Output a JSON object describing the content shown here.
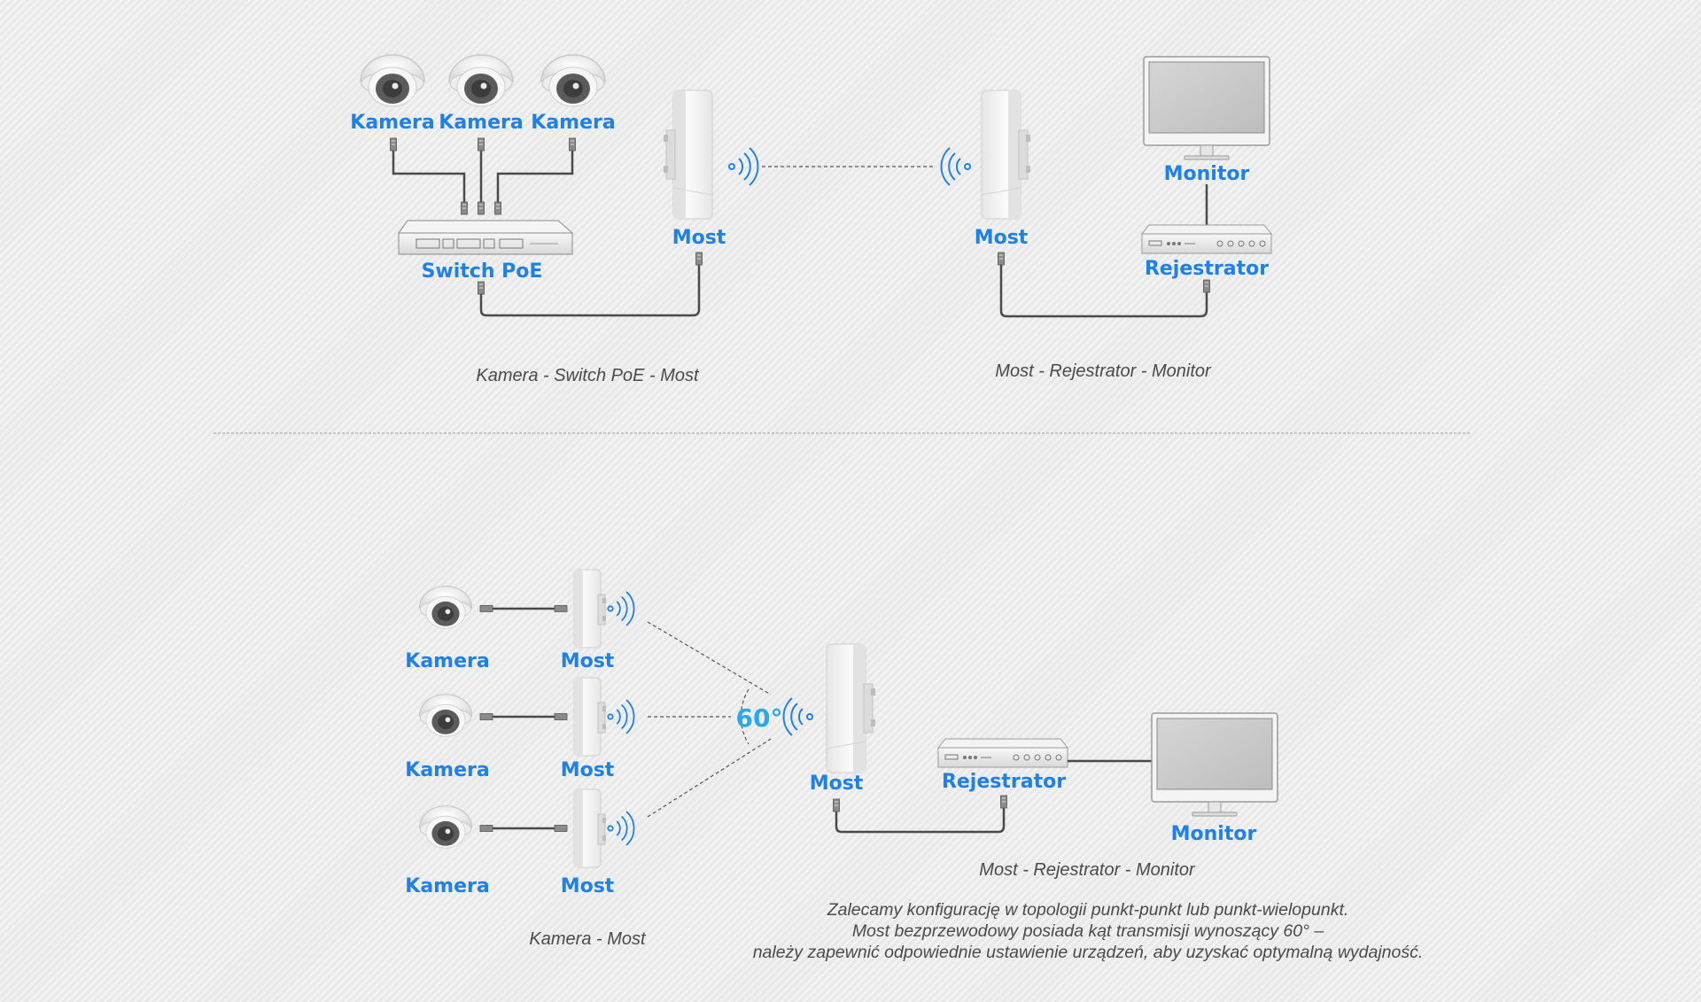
{
  "colors": {
    "label": "#1f80e8",
    "angle": "#2aa8e8",
    "cable": "#4a4a4a",
    "caption": "#4a4a4a"
  },
  "top": {
    "cameras": [
      "Kamera",
      "Kamera",
      "Kamera"
    ],
    "switch": "Switch PoE",
    "bridge_left": "Most",
    "bridge_right": "Most",
    "monitor": "Monitor",
    "recorder": "Rejestrator",
    "caption_left": "Kamera - Switch PoE - Most",
    "caption_right": "Most - Rejestrator - Monitor"
  },
  "bottom": {
    "rows": [
      {
        "camera": "Kamera",
        "bridge": "Most"
      },
      {
        "camera": "Kamera",
        "bridge": "Most"
      },
      {
        "camera": "Kamera",
        "bridge": "Most"
      }
    ],
    "angle": "60°",
    "central_bridge": "Most",
    "recorder": "Rejestrator",
    "monitor": "Monitor",
    "caption_left": "Kamera - Most",
    "caption_right": "Most - Rejestrator - Monitor",
    "note_lines": [
      "Zalecamy konfigurację w topologii punkt-punkt lub punkt-wielopunkt.",
      "Most bezprzewodowy posiada kąt transmisji wynoszący 60° –",
      "należy zapewnić odpowiednie ustawienie urządzeń, aby uzyskać optymalną wydajność."
    ]
  },
  "icons": [
    "camera-icon",
    "switch-icon",
    "bridge-icon",
    "wifi-icon",
    "monitor-icon",
    "recorder-icon"
  ]
}
